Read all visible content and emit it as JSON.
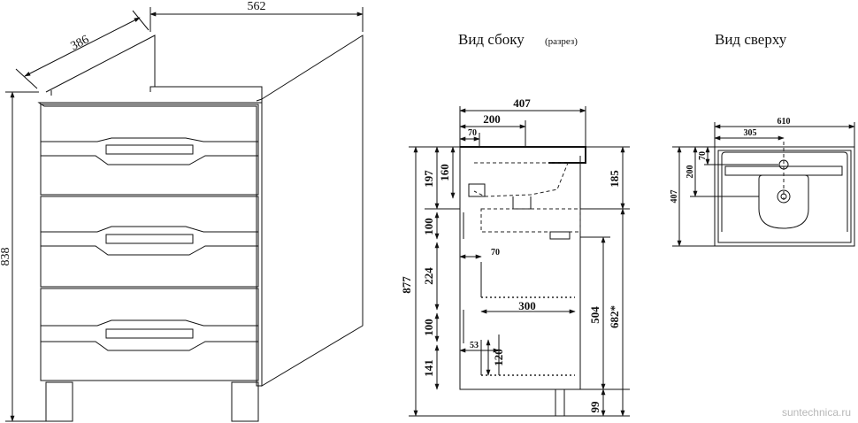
{
  "titles": {
    "side_view": "Вид сбоку",
    "side_view_note": "(разрез)",
    "top_view": "Вид сверху"
  },
  "iso": {
    "width": "562",
    "depth": "386",
    "height": "838"
  },
  "side": {
    "total_depth": "407",
    "basin_depth": "200",
    "basin_offset": "70",
    "total_height": "877",
    "h_197": "197",
    "h_160": "160",
    "h_185": "185",
    "h_100_top": "100",
    "h_224": "224",
    "h_100_bottom": "100",
    "h_141": "141",
    "w_70": "70",
    "w_300": "300",
    "w_53": "53",
    "h_120": "120",
    "h_504": "504",
    "h_682": "682*",
    "h_99": "99"
  },
  "top": {
    "width": "610",
    "half": "305",
    "depth": "407",
    "depth_200": "200",
    "depth_70": "70"
  },
  "watermark": "suntechnica.ru"
}
